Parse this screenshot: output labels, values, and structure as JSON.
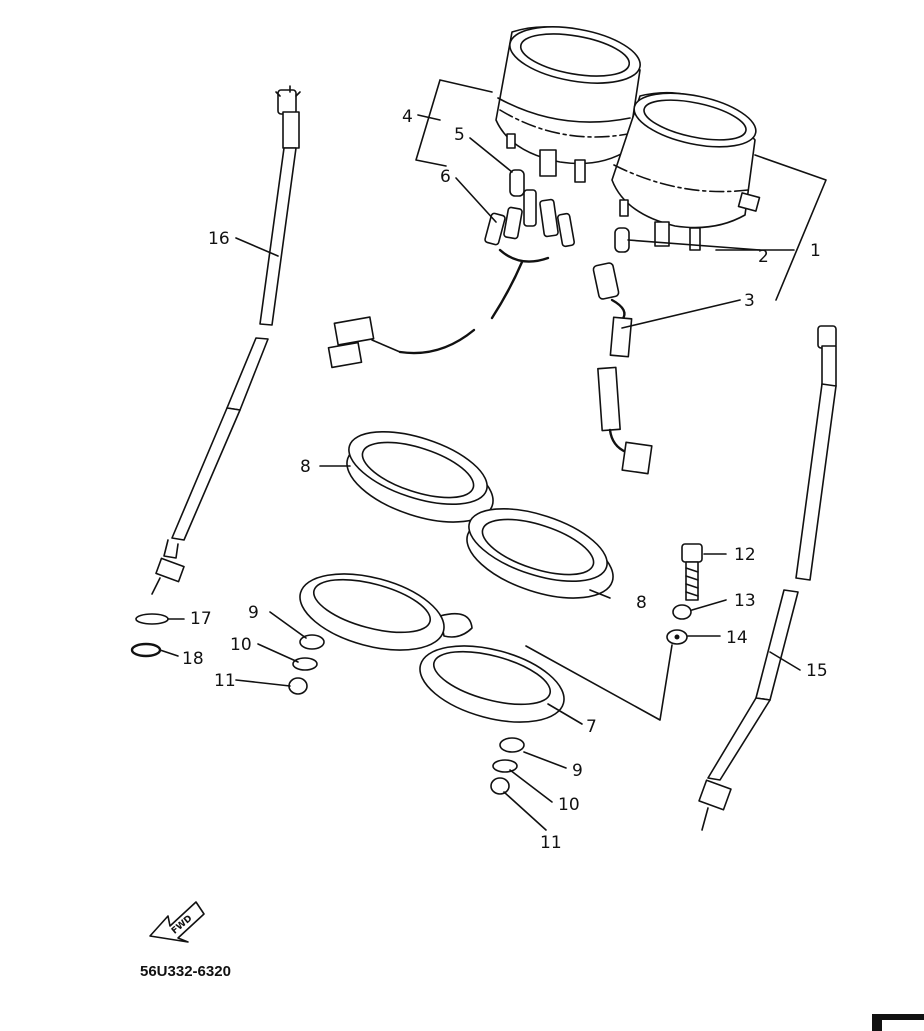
{
  "callouts": [
    "1",
    "2",
    "3",
    "4",
    "5",
    "6",
    "7",
    "8",
    "8",
    "9",
    "9",
    "10",
    "10",
    "11",
    "11",
    "12",
    "13",
    "14",
    "15",
    "16",
    "17",
    "18"
  ],
  "fwd_label": "FWD",
  "part_number": "56U332-6320"
}
